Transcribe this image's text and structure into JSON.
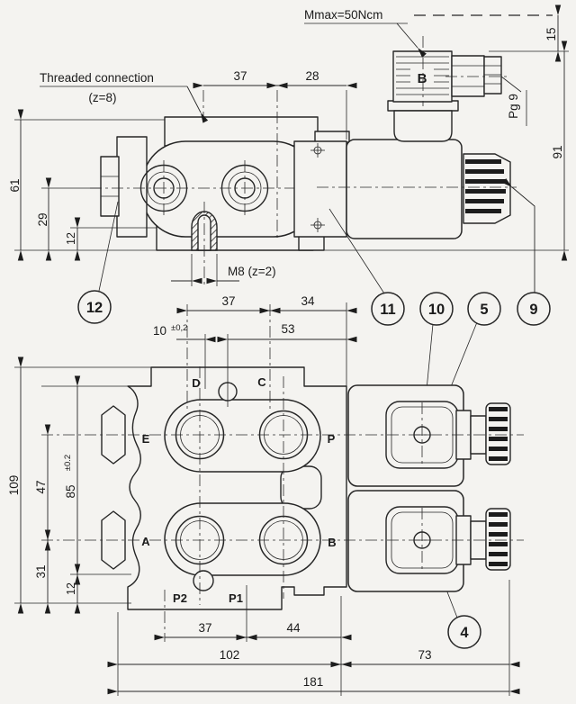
{
  "annotations": {
    "threaded_connection_line1": "Threaded connection",
    "threaded_connection_line2": "(z=8)",
    "max_torque": "Mmax=50Ncm",
    "thread_callout": "M8 (z=2)",
    "cable_gland": "Pg 9",
    "connector_letter": "B"
  },
  "top_view_dims": {
    "port_spacing": "37",
    "solenoid_offset": "28",
    "body_height": "61",
    "port_axis_height": "29",
    "step_height": "12",
    "connector_clearance": "15",
    "overall_height": "91"
  },
  "mid_dims": {
    "port_spacing": "37",
    "solenoid_face": "34",
    "locating_hole": "10",
    "locating_hole_tol": "±0,2",
    "edge_to_face": "53"
  },
  "bottom_view": {
    "ports": {
      "d": "D",
      "c": "C",
      "e": "E",
      "p": "P",
      "a": "A",
      "b": "B",
      "p2": "P2",
      "p1": "P1"
    },
    "dims": {
      "overall_body_height": "109",
      "port_row_spacing": "47",
      "bolt_spacing": "85",
      "bolt_spacing_tol": "±0.2",
      "lower_port_height": "31",
      "base_step": "12",
      "p2_p1_spacing": "37",
      "p1_to_edge": "44",
      "body_length": "102",
      "solenoid_length": "73",
      "overall_length": "181"
    }
  },
  "balloons": {
    "item12": "12",
    "item11": "11",
    "item10": "10",
    "item5": "5",
    "item9": "9",
    "item4": "4"
  }
}
